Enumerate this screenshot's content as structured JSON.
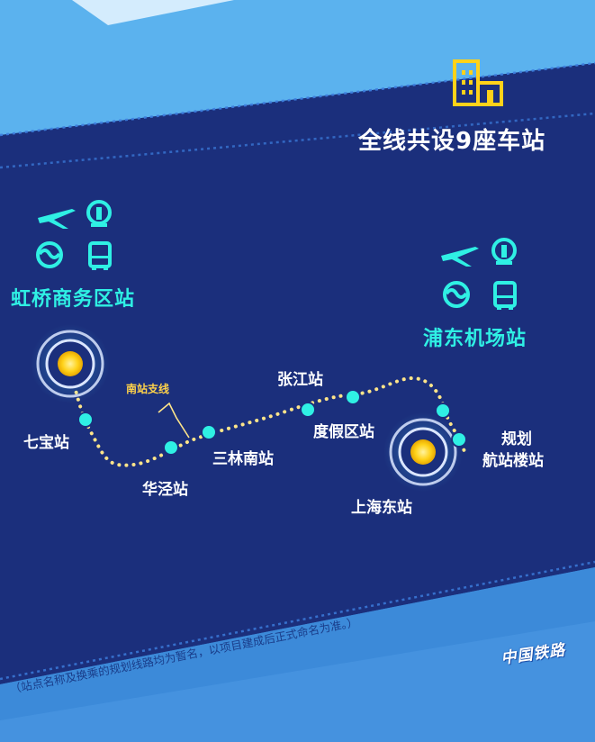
{
  "header": {
    "title": "全线共设9座车站",
    "icon": "building-icon"
  },
  "stations": {
    "hongqiao_hub": {
      "name": "虹桥商务区站",
      "icons": [
        "airplane-icon",
        "railway-icon",
        "metro-icon",
        "bus-icon"
      ]
    },
    "pudong_airport": {
      "name": "浦东机场站",
      "icons": [
        "airplane-icon",
        "railway-icon",
        "metro-icon",
        "bus-icon"
      ]
    },
    "qibao": "七宝站",
    "huajing": "华泾站",
    "sanlin_nan": "三林南站",
    "zhangjiang": "张江站",
    "dujiaqu": "度假区站",
    "shanghai_dong": "上海东站",
    "planned_terminal": [
      "规划",
      "航站楼站"
    ]
  },
  "branch_label": "南站支线",
  "footnote": "（站点名称及换乘的规划线路均为暂名，以项目建成后正式命名为准。）",
  "watermark": "中国铁路",
  "colors": {
    "panel": "#1b2f7c",
    "accent_cyan": "#2ff0e4",
    "dot_line": "#ffe58a",
    "hub_yellow": "#ffd21a"
  }
}
